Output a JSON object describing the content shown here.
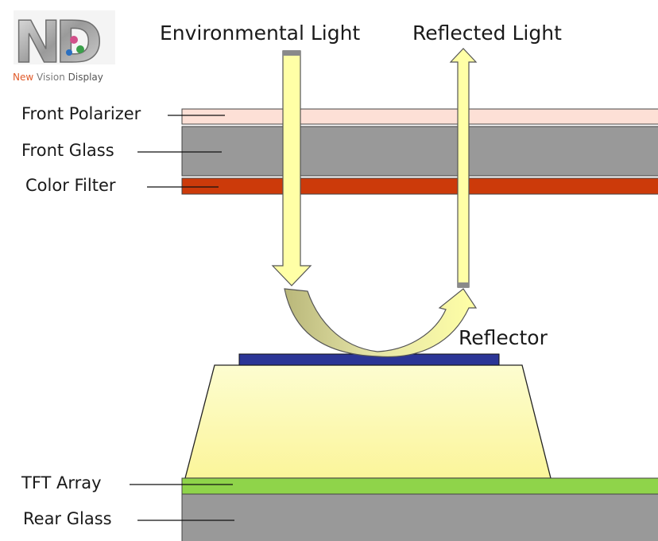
{
  "logo": {
    "monogram": "ND",
    "brand_parts": [
      "New ",
      "Vision",
      " Display"
    ],
    "colors": {
      "new": "#e05a2a",
      "vision": "#7a7a7a",
      "display": "#555555"
    }
  },
  "arrows": {
    "incoming": "Environmental Light",
    "outgoing": "Reflected Light"
  },
  "reflector_label": "Reflector",
  "layers": {
    "front_polarizer": {
      "label": "Front Polarizer",
      "color": "#fde0d6"
    },
    "front_glass": {
      "label": "Front Glass",
      "color": "#999999"
    },
    "color_filter": {
      "label": "Color Filter",
      "color": "#cc3a0a"
    },
    "tft_array": {
      "label": "TFT Array",
      "color": "#8fd44a"
    },
    "rear_glass": {
      "label": "Rear Glass",
      "color": "#999999"
    }
  },
  "colors": {
    "light": "#ffffa6",
    "reflector": "#2b3596",
    "bump_top": "#fdfdd0",
    "bump_bottom": "#fbf59a"
  }
}
